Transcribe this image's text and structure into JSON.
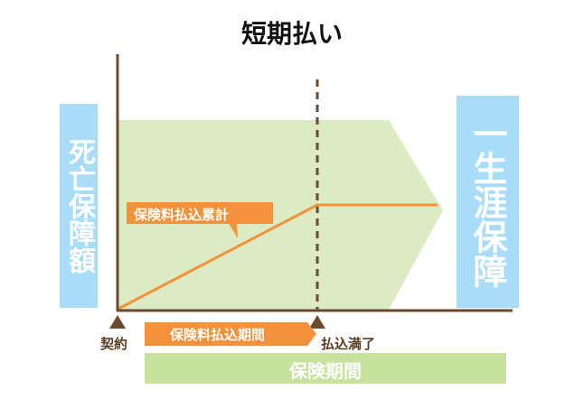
{
  "title": "短期払い",
  "y_label": "死亡保障額",
  "right_label": "一生涯保障",
  "line_label": "保険料払込累計",
  "start_label": "契約",
  "payment_period_label": "保険料払込期間",
  "payment_end_label": "払込満了",
  "coverage_period_label": "保険期間",
  "colors": {
    "coverage": "#dcebc4",
    "bar": "#c6e29d",
    "accent": "#f5913a",
    "blue": "#a9dcf9",
    "axis": "#6b4a2e"
  }
}
